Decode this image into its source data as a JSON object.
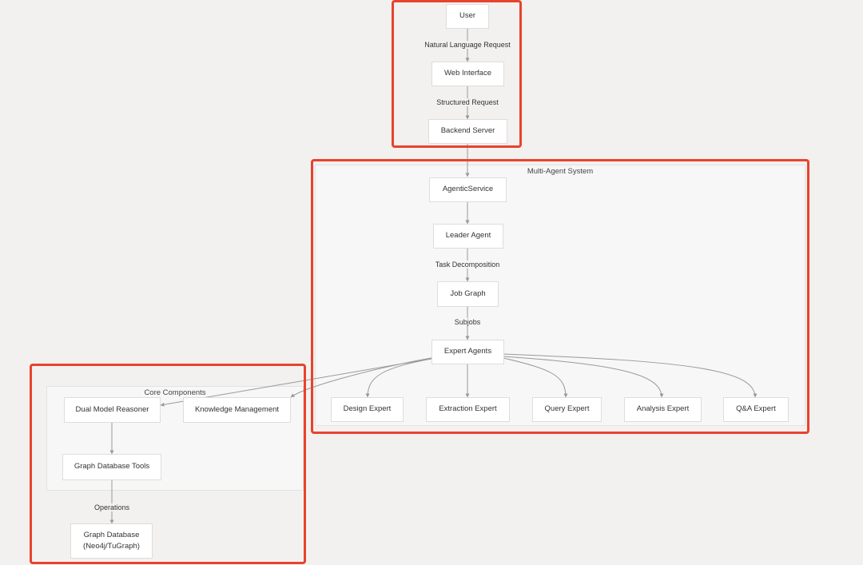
{
  "colors": {
    "background": "#f2f1ef",
    "node_fill": "#ffffff",
    "node_border": "#dddddd",
    "edge": "#999999",
    "highlight": "#e8432d"
  },
  "nodes": {
    "user": "User",
    "web_interface": "Web Interface",
    "backend_server": "Backend Server",
    "agentic_service": "AgenticService",
    "leader_agent": "Leader Agent",
    "job_graph": "Job Graph",
    "expert_agents": "Expert Agents",
    "design_expert": "Design Expert",
    "extraction_expert": "Extraction Expert",
    "query_expert": "Query Expert",
    "analysis_expert": "Analysis Expert",
    "qa_expert": "Q&A Expert",
    "dual_model_reasoner": "Dual Model Reasoner",
    "knowledge_management": "Knowledge Management",
    "graph_database_tools": "Graph Database Tools",
    "graph_database": "Graph Database\n(Neo4j/TuGraph)"
  },
  "clusters": {
    "multi_agent": "Multi-Agent System",
    "core_components": "Core Components"
  },
  "edge_labels": {
    "user_web": "Natural Language Request",
    "web_backend": "Structured Request",
    "leader_job": "Task Decomposition",
    "job_expert": "Subjobs",
    "tools_db": "Operations"
  }
}
